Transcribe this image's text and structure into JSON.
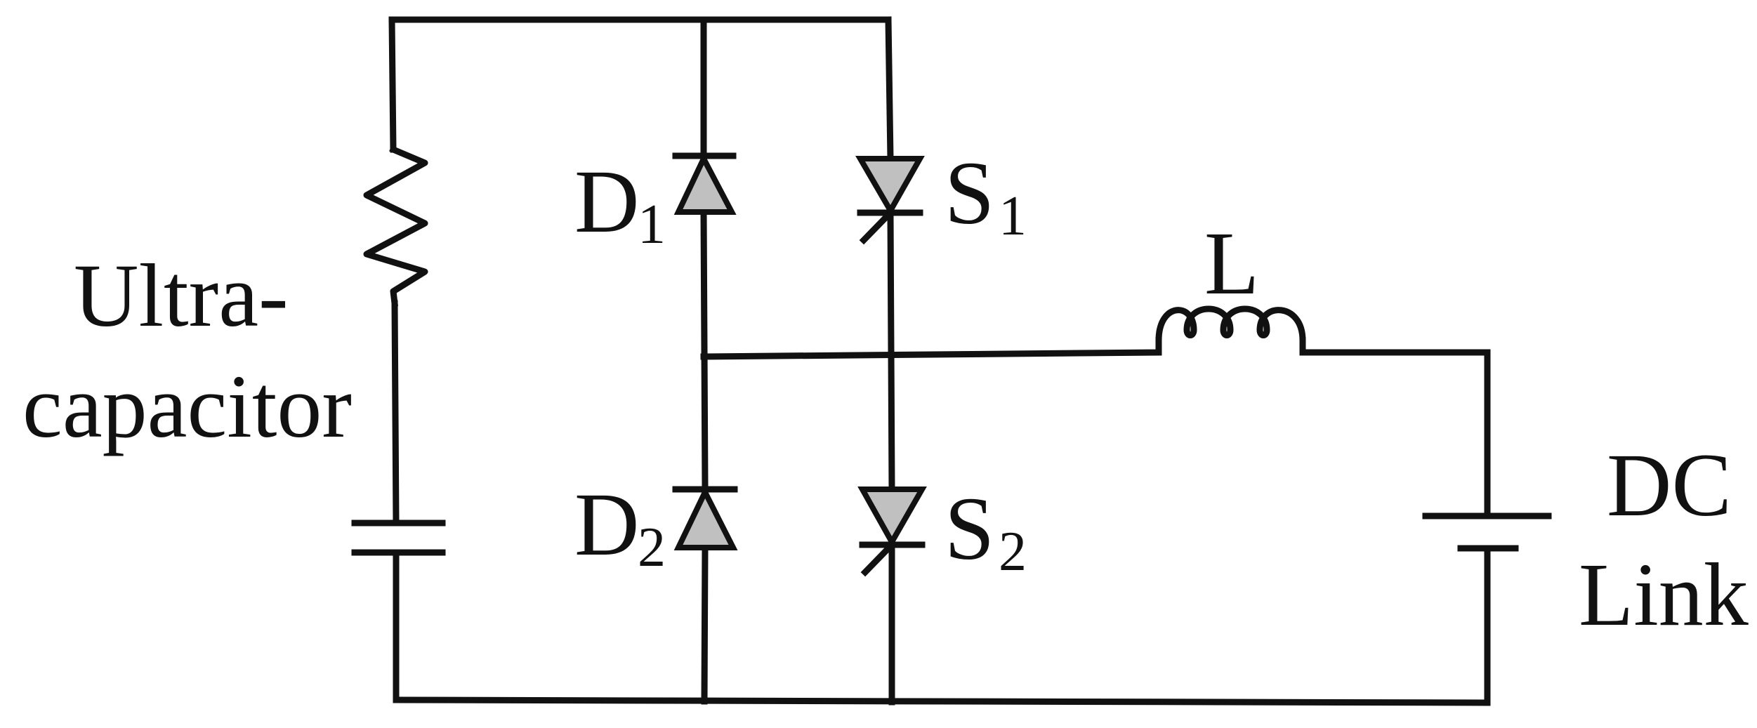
{
  "colors": {
    "line": "#111111",
    "device_fill": "#c0c0c0",
    "background": "#ffffff"
  },
  "labels": {
    "ultracapacitor_line1": "Ultra-",
    "ultracapacitor_line2": "capacitor",
    "d1_letter": "D",
    "d1_sub": "1",
    "d2_letter": "D",
    "d2_sub": "2",
    "s1_letter": "S",
    "s1_sub": "1",
    "s2_letter": "S",
    "s2_sub": "2",
    "inductor": "L",
    "dclink_line1": "DC",
    "dclink_line2": "Link"
  }
}
